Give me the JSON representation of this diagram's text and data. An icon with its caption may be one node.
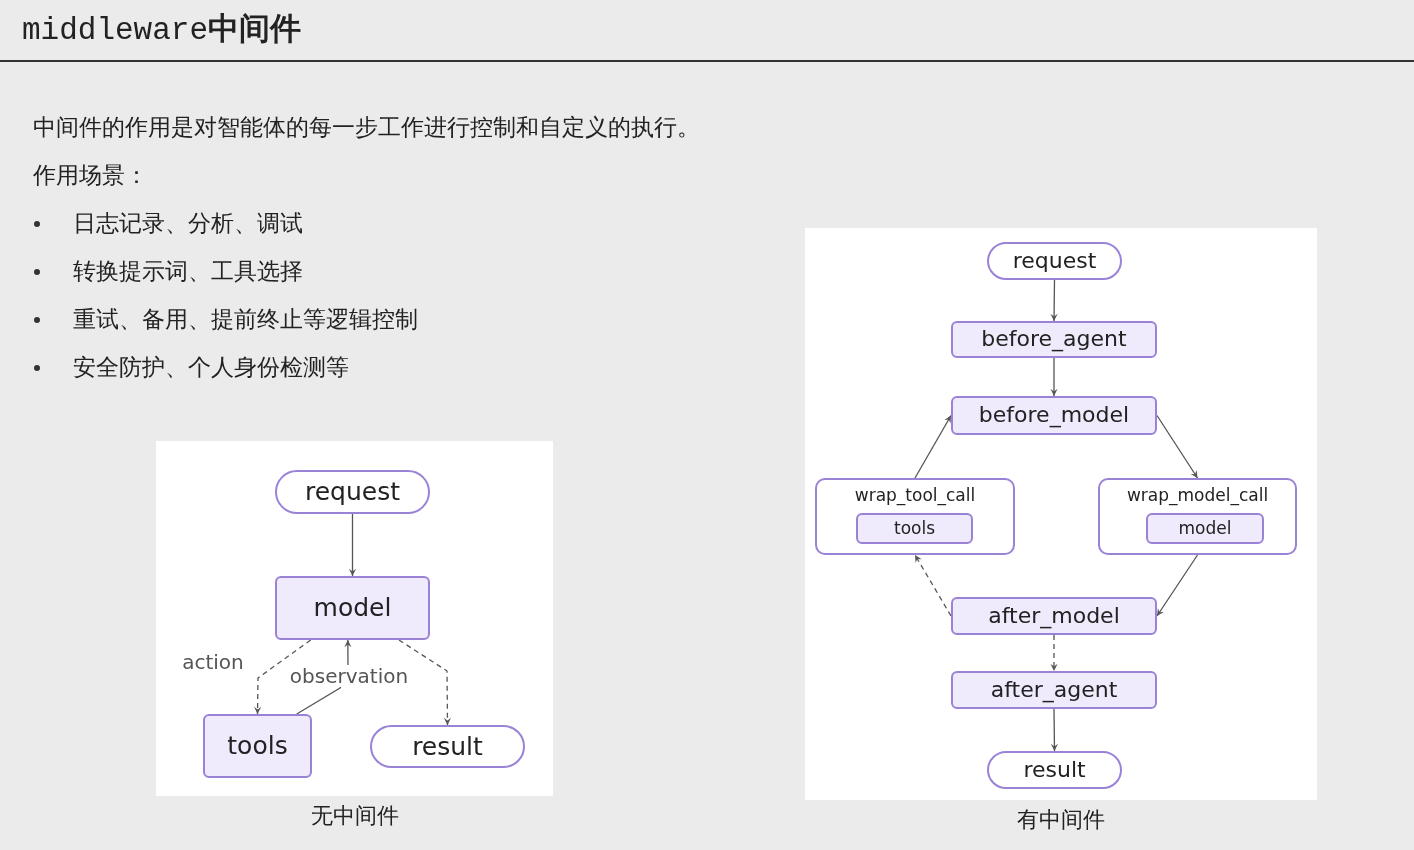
{
  "diagram": {
    "title": "middleware**中间件**",
    "nodes": [
      {
        "text": [
          "request"
        ]
      },
      {
        "text": [
          "model"
        ]
      },
      {
        "text": [
          "tools"
        ]
      },
      {
        "text": [
          "result"
        ]
      },
      {
        "text": [
          "request"
        ]
      },
      {
        "text": [
          "before_agent"
        ]
      },
      {
        "text": [
          "before_model"
        ]
      },
      {
        "text": [
          "wrap_tool_call"
        ]
      },
      {
        "text": [
          "tools"
        ],
        "in": 7
      },
      {
        "text": [
          "wrap_model_call"
        ]
      },
      {
        "text": [
          "model"
        ],
        "in": 9
      },
      {
        "text": [
          "after_model"
        ]
      },
      {
        "text": [
          "after_agent"
        ]
      },
      {
        "text": [
          "result"
        ]
      }
    ],
    "edges": [
      {
        "from": 0,
        "to": 1,
        "arrow": "to"
      },
      {
        "from": 1,
        "to": 2,
        "arrow": "to",
        "label": "action",
        "style": "dashed"
      },
      {
        "from": 2,
        "to": 1,
        "arrow": "to",
        "label": "observation"
      },
      {
        "from": 1,
        "to": 3,
        "arrow": "to",
        "style": "dashed"
      },
      {
        "from": 4,
        "to": 5,
        "arrow": "to"
      },
      {
        "from": 5,
        "to": 6,
        "arrow": "to"
      },
      {
        "from": 6,
        "to": 9,
        "arrow": "to"
      },
      {
        "from": 9,
        "to": 11,
        "arrow": "to"
      },
      {
        "from": 11,
        "to": 7,
        "arrow": "to",
        "style": "dashed"
      },
      {
        "from": 7,
        "to": 6,
        "arrow": "to"
      },
      {
        "from": 11,
        "to": 12,
        "arrow": "to",
        "style": "dashed"
      },
      {
        "from": 12,
        "to": 13,
        "arrow": "to"
      }
    ],
    "labels": [
      "中间件的作用是对智能体的每一步工作进行控制和自定义的执行。",
      "作用场景：",
      "日志记录、分析、调试",
      "转换提示词、工具选择",
      "重试、备用、提前终止等逻辑控制",
      "安全防护、个人身份检测等",
      "无中间件",
      "有中间件"
    ]
  }
}
